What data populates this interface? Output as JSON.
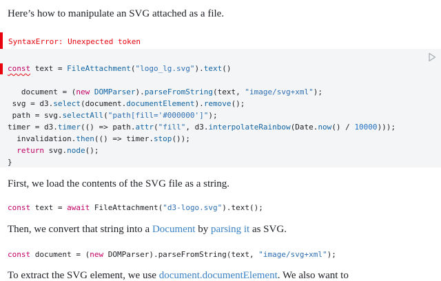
{
  "intro": "Here’s how to manipulate an SVG attached as a file.",
  "error": {
    "message": "SyntaxError: Unexpected token"
  },
  "cell": {
    "run_icon": "play-icon",
    "lines": [
      [
        {
          "t": "const",
          "c": "k",
          "sq": true
        },
        {
          "t": " text = "
        },
        {
          "t": "FileAttachment",
          "c": "f"
        },
        {
          "t": "("
        },
        {
          "t": "\"logo_lg.svg\"",
          "c": "s"
        },
        {
          "t": ")."
        },
        {
          "t": "text",
          "c": "f"
        },
        {
          "t": "()"
        }
      ],
      [
        {
          "t": ""
        }
      ],
      [
        {
          "t": "   document = ("
        },
        {
          "t": "new",
          "c": "k"
        },
        {
          "t": " "
        },
        {
          "t": "DOMParser",
          "c": "f"
        },
        {
          "t": ")."
        },
        {
          "t": "parseFromString",
          "c": "f"
        },
        {
          "t": "(text, "
        },
        {
          "t": "\"image/svg+xml\"",
          "c": "s"
        },
        {
          "t": ");"
        }
      ],
      [
        {
          "t": " svg = d3."
        },
        {
          "t": "select",
          "c": "f"
        },
        {
          "t": "(document."
        },
        {
          "t": "documentElement",
          "c": "f"
        },
        {
          "t": ")."
        },
        {
          "t": "remove",
          "c": "f"
        },
        {
          "t": "();"
        }
      ],
      [
        {
          "t": " path = svg."
        },
        {
          "t": "selectAll",
          "c": "f"
        },
        {
          "t": "("
        },
        {
          "t": "\"path[fill='#000000']\"",
          "c": "s"
        },
        {
          "t": ");"
        }
      ],
      [
        {
          "t": "timer = d3."
        },
        {
          "t": "timer",
          "c": "f"
        },
        {
          "t": "(() => path."
        },
        {
          "t": "attr",
          "c": "f"
        },
        {
          "t": "("
        },
        {
          "t": "\"fill\"",
          "c": "s"
        },
        {
          "t": ", d3."
        },
        {
          "t": "interpolateRainbow",
          "c": "f"
        },
        {
          "t": "(Date."
        },
        {
          "t": "now",
          "c": "f"
        },
        {
          "t": "() / "
        },
        {
          "t": "10000",
          "c": "n"
        },
        {
          "t": ")));"
        }
      ],
      [
        {
          "t": "  invalidation."
        },
        {
          "t": "then",
          "c": "f"
        },
        {
          "t": "(() => timer."
        },
        {
          "t": "stop",
          "c": "f"
        },
        {
          "t": "());"
        }
      ],
      [
        {
          "t": "  "
        },
        {
          "t": "return",
          "c": "k"
        },
        {
          "t": " svg."
        },
        {
          "t": "node",
          "c": "f"
        },
        {
          "t": "();"
        }
      ],
      [
        {
          "t": "}"
        }
      ]
    ]
  },
  "para1": "First, we load the contents of the SVG file as a string.",
  "snippet1": [
    [
      {
        "t": "const",
        "c": "k"
      },
      {
        "t": " text = "
      },
      {
        "t": "await",
        "c": "k"
      },
      {
        "t": " FileAttachment("
      },
      {
        "t": "\"d3-logo.svg\"",
        "c": "s"
      },
      {
        "t": ").text();"
      }
    ]
  ],
  "para2": {
    "before": "Then, we convert that string into a ",
    "link1": "Document",
    "middle": " by ",
    "link2": "parsing it",
    "after": " as SVG."
  },
  "snippet2": [
    [
      {
        "t": "const",
        "c": "k"
      },
      {
        "t": " document = ("
      },
      {
        "t": "new",
        "c": "k"
      },
      {
        "t": " DOMParser).parseFromString(text, "
      },
      {
        "t": "\"image/svg+xml\"",
        "c": "s"
      },
      {
        "t": ");"
      }
    ]
  ],
  "para3": {
    "before": "To extract the SVG element, we use ",
    "link1": "document.documentElement",
    "after": ". We also want to"
  }
}
